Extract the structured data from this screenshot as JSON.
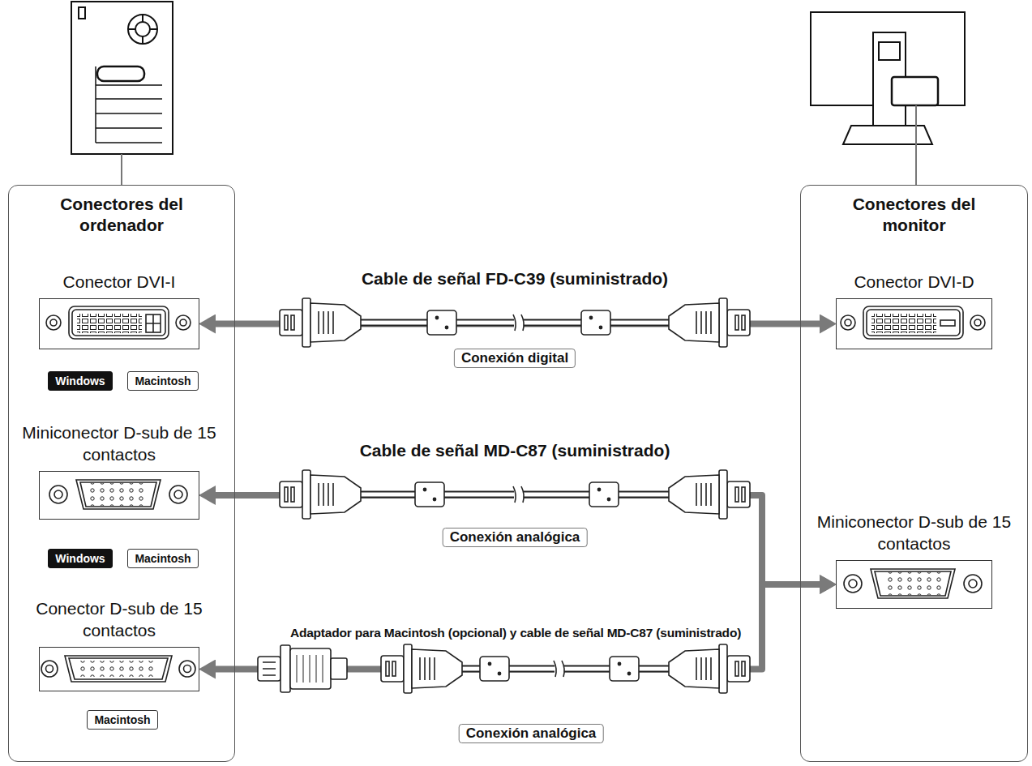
{
  "diagram": {
    "nodes": [
      {
        "text": [
          "Conectores del ordenador"
        ]
      },
      {
        "text": [
          "Conector DVI-I"
        ],
        "in": 0
      },
      {
        "text": [
          "Windows"
        ],
        "in": 0
      },
      {
        "text": [
          "Macintosh"
        ],
        "in": 0
      },
      {
        "text": [
          "Miniconector D-sub de 15 contactos"
        ],
        "in": 0
      },
      {
        "text": [
          "Windows"
        ],
        "in": 0
      },
      {
        "text": [
          "Macintosh"
        ],
        "in": 0
      },
      {
        "text": [
          "Conector D-sub de 15 contactos"
        ],
        "in": 0
      },
      {
        "text": [
          "Macintosh"
        ],
        "in": 0
      },
      {
        "text": [
          "Conectores del monitor"
        ]
      },
      {
        "text": [
          "Conector DVI-D"
        ],
        "in": 9
      },
      {
        "text": [
          "Miniconector D-sub de 15 contactos"
        ],
        "in": 9
      }
    ],
    "edges": [
      {
        "from": 1,
        "to": 10,
        "arrow": "both",
        "label": "Cable de señal FD-C39 (suministrado)"
      },
      {
        "from": 4,
        "to": 11,
        "arrow": "both",
        "label": "Cable de señal MD-C87 (suministrado)"
      },
      {
        "from": 7,
        "to": 11,
        "arrow": "both",
        "label": "Adaptador para Macintosh (opcional) y cable de señal MD-C87 (suministrado)"
      }
    ],
    "labels": [
      "Conexión digital",
      "Conexión analógica",
      "Conexión analógica"
    ]
  }
}
